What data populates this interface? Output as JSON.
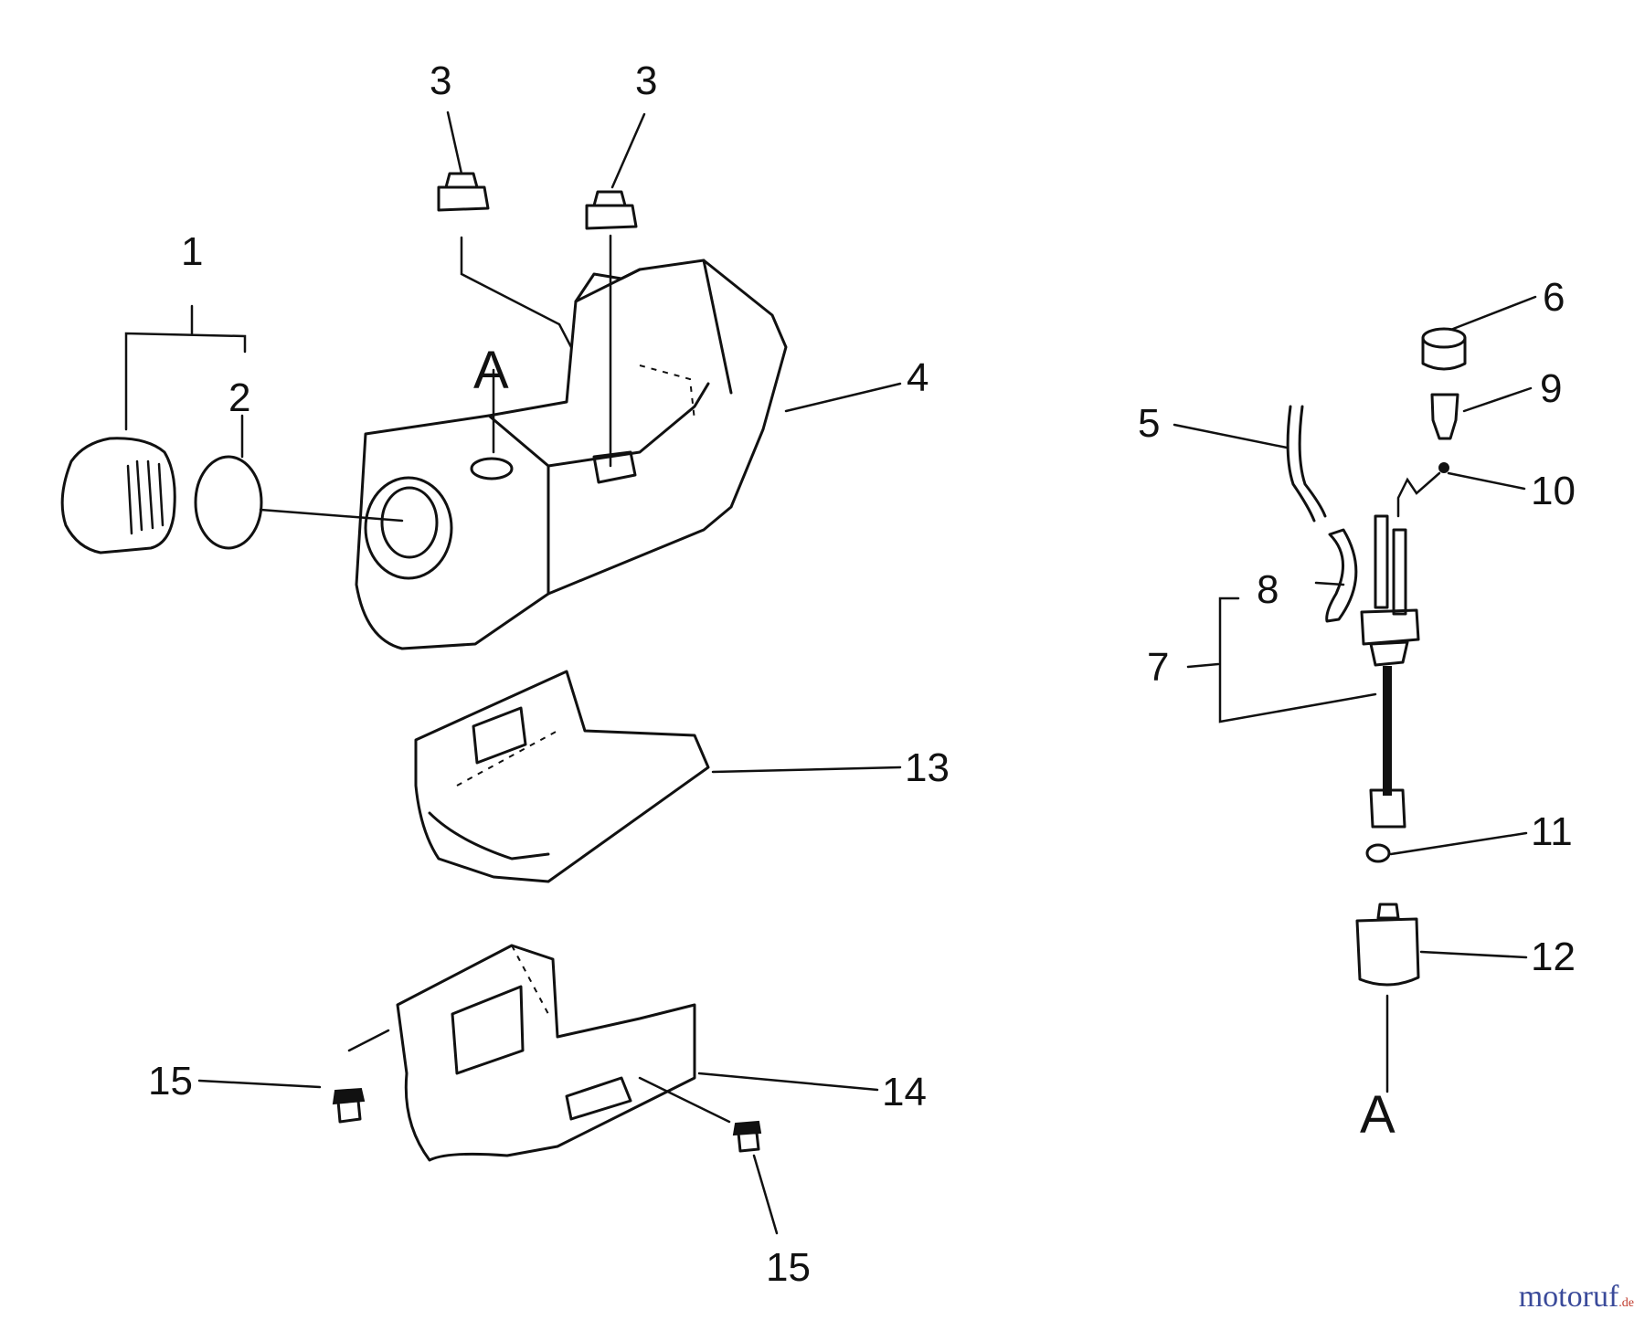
{
  "labels": {
    "l1": "1",
    "l2": "2",
    "l3a": "3",
    "l3b": "3",
    "l4": "4",
    "l5": "5",
    "l6": "6",
    "l7": "7",
    "l8": "8",
    "l9": "9",
    "l10": "10",
    "l11": "11",
    "l12": "12",
    "l13": "13",
    "l14": "14",
    "l15a": "15",
    "l15b": "15",
    "a_top": "A",
    "a_bottom": "A"
  },
  "watermark": {
    "main": "motoruf",
    "suffix": ".de"
  },
  "colors": {
    "ink": "#111111",
    "watermark_main": "#3a4a9a",
    "watermark_suffix": "#c0392b"
  }
}
